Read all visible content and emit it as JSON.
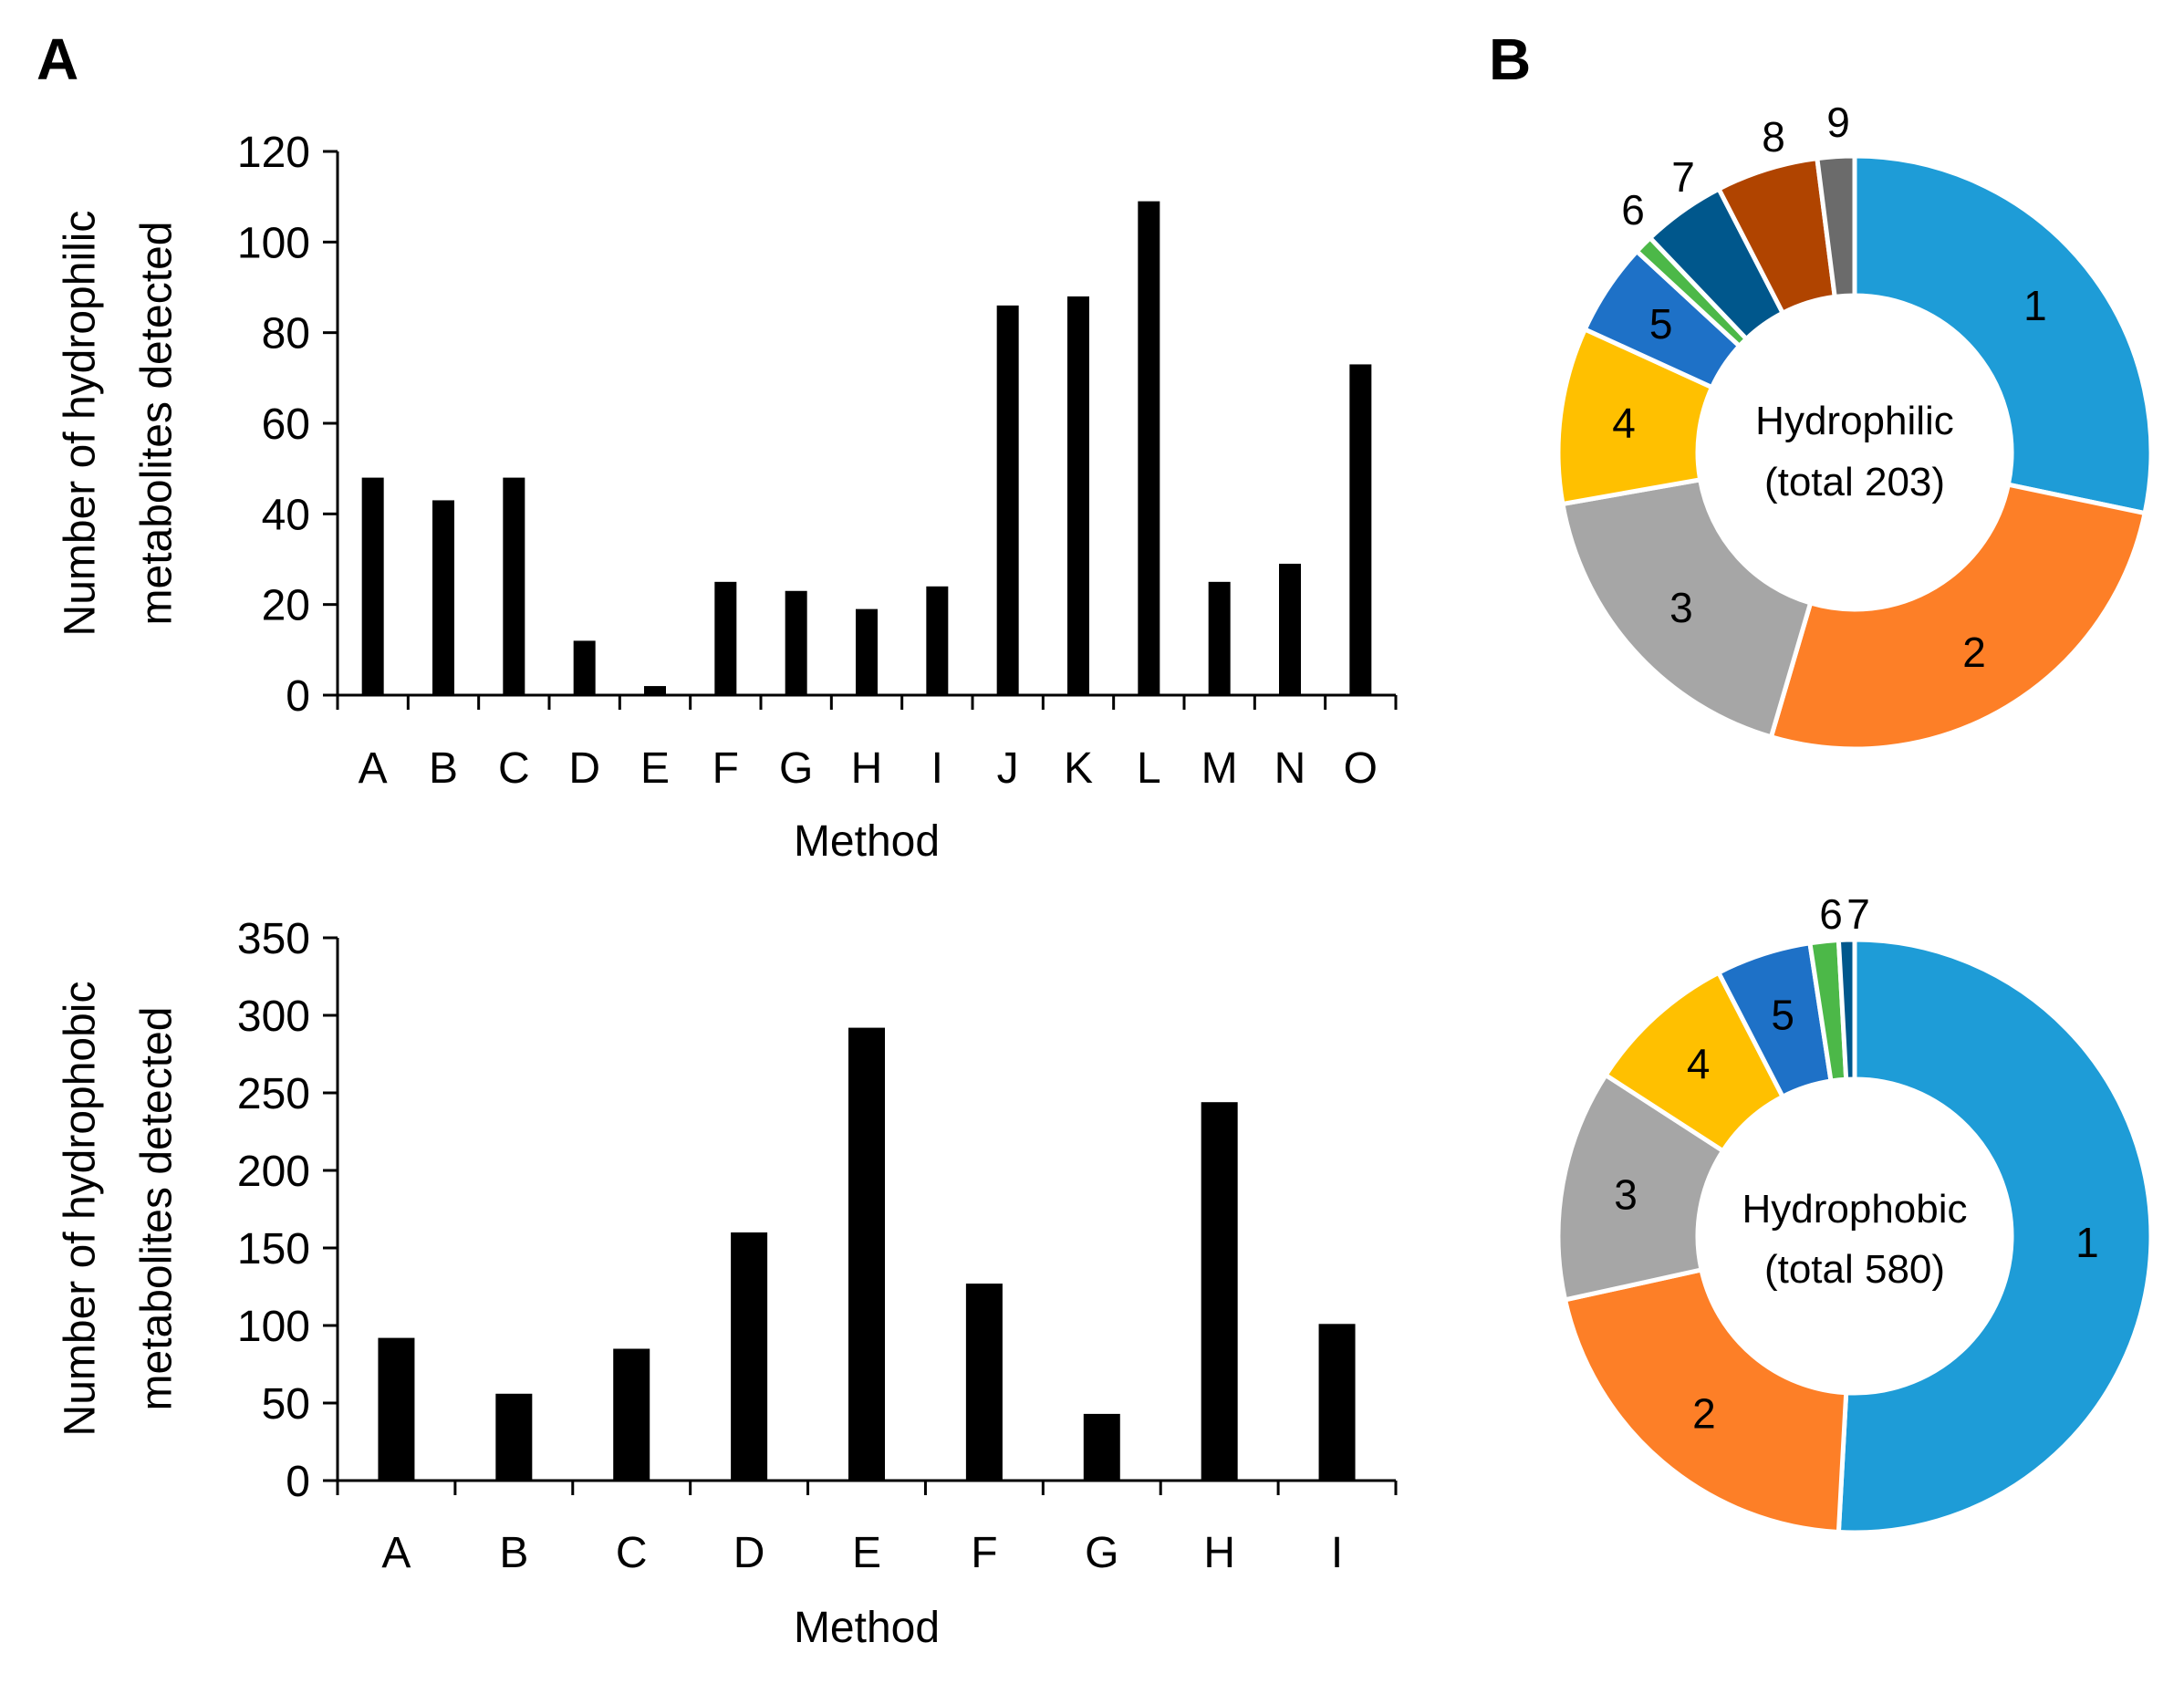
{
  "panels": {
    "a_label": "A",
    "b_label": "B"
  },
  "chart_data": [
    {
      "type": "bar",
      "categories": [
        "A",
        "B",
        "C",
        "D",
        "E",
        "F",
        "G",
        "H",
        "I",
        "J",
        "K",
        "L",
        "M",
        "N",
        "O"
      ],
      "values": [
        48,
        43,
        48,
        12,
        2,
        25,
        23,
        19,
        24,
        86,
        88,
        109,
        25,
        29,
        73
      ],
      "xlabel": "Method",
      "ylabel_lines": [
        "Number of hydrophilic",
        "metabolites detected"
      ],
      "ylim": [
        0,
        120
      ],
      "yticks": [
        0,
        20,
        40,
        60,
        80,
        100,
        120
      ],
      "color": "#000000"
    },
    {
      "type": "bar",
      "categories": [
        "A",
        "B",
        "C",
        "D",
        "E",
        "F",
        "G",
        "H",
        "I"
      ],
      "values": [
        92,
        56,
        85,
        160,
        292,
        127,
        43,
        244,
        101
      ],
      "xlabel": "Method",
      "ylabel_lines": [
        "Number of hydrophobic",
        "metabolites detected"
      ],
      "ylim": [
        0,
        350
      ],
      "yticks": [
        0,
        50,
        100,
        150,
        200,
        250,
        300,
        350
      ],
      "color": "#000000"
    },
    {
      "type": "pie",
      "donut": true,
      "center_lines": [
        "Hydrophilic",
        "(total 203)"
      ],
      "slices": [
        {
          "label": "1",
          "value": 56,
          "color": "#1e9cd7"
        },
        {
          "label": "2",
          "value": 52,
          "color": "#fd7f27"
        },
        {
          "label": "3",
          "value": 35,
          "color": "#a6a6a6"
        },
        {
          "label": "4",
          "value": 19,
          "color": "#ffc000"
        },
        {
          "label": "5",
          "value": 10,
          "color": "#1e71c7"
        },
        {
          "label": "6",
          "value": 2,
          "color": "#4cb848"
        },
        {
          "label": "7",
          "value": 9,
          "color": "#00578c"
        },
        {
          "label": "8",
          "value": 11,
          "color": "#b04400"
        },
        {
          "label": "9",
          "value": 4,
          "color": "#6b6b6b"
        }
      ]
    },
    {
      "type": "pie",
      "donut": true,
      "center_lines": [
        "Hydrophobic",
        "(total 580)"
      ],
      "slices": [
        {
          "label": "1",
          "value": 295,
          "color": "#1e9cd7"
        },
        {
          "label": "2",
          "value": 120,
          "color": "#fd7f27"
        },
        {
          "label": "3",
          "value": 73,
          "color": "#a6a6a6"
        },
        {
          "label": "4",
          "value": 48,
          "color": "#ffc000"
        },
        {
          "label": "5",
          "value": 30,
          "color": "#1e71c7"
        },
        {
          "label": "6",
          "value": 9,
          "color": "#4cb848"
        },
        {
          "label": "7",
          "value": 5,
          "color": "#00578c"
        }
      ]
    }
  ]
}
